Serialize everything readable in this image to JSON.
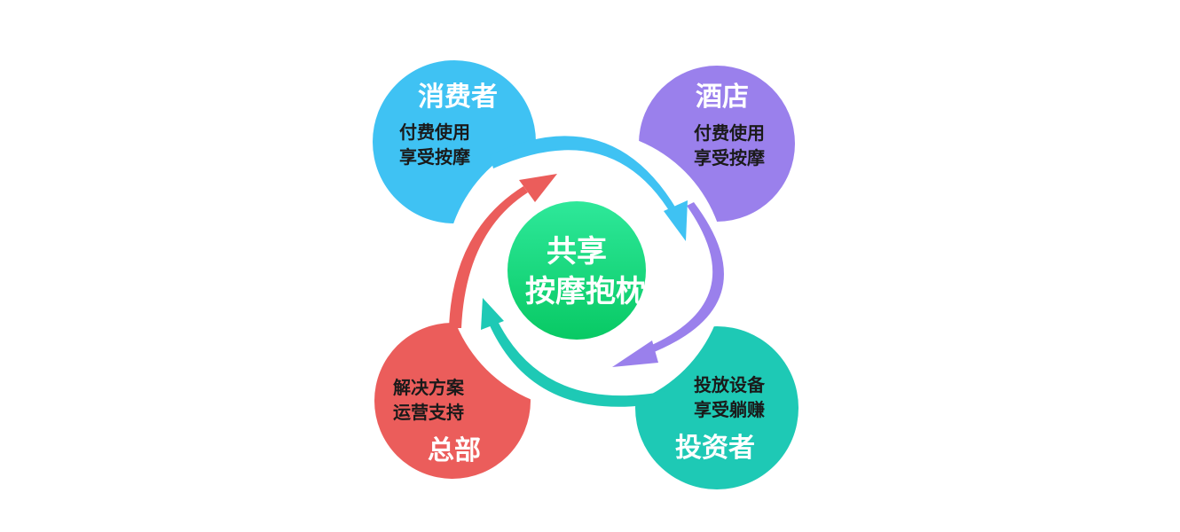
{
  "center": {
    "line1": "共享",
    "line2": "按摩抱枕",
    "color_top": "#2ee89a",
    "color_bottom": "#08c964"
  },
  "nodes": {
    "consumer": {
      "title": "消费者",
      "line1": "付费使用",
      "line2": "享受按摩",
      "color": "#3fc2f3"
    },
    "hotel": {
      "title": "酒店",
      "line1": "付费使用",
      "line2": "享受按摩",
      "color": "#9a80ec"
    },
    "investor": {
      "title": "投资者",
      "line1": "投放设备",
      "line2": "享受躺赚",
      "color": "#1ec9b5"
    },
    "hq": {
      "title": "总部",
      "line1": "解决方案",
      "line2": "运营支持",
      "color": "#eb5d5b"
    }
  },
  "arrows": {
    "consumer_to_hotel": "#3fc2f3",
    "hotel_to_investor": "#9a80ec",
    "investor_to_hq": "#1ec9b5",
    "hq_to_consumer": "#eb5d5b"
  }
}
